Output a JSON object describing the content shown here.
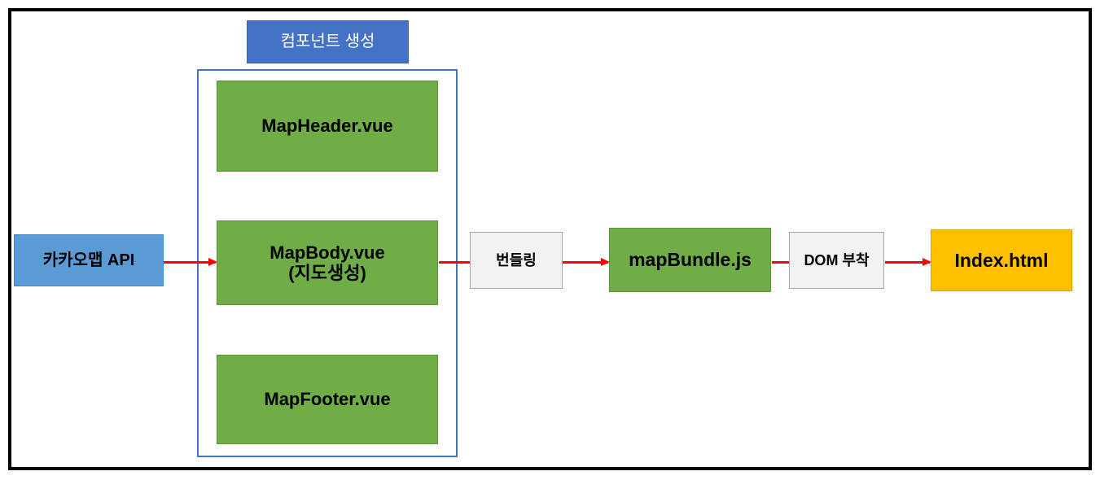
{
  "diagram": {
    "title_box": {
      "label": "컴포넌트 생성",
      "color": "#4472C4",
      "text_color": "#FFFFFF"
    },
    "source": {
      "label": "카카오맵 API",
      "color": "#5B9BD5"
    },
    "components": [
      {
        "label": "MapHeader.vue",
        "color": "#70AD47"
      },
      {
        "label_line1": "MapBody.vue",
        "label_line2": "(지도생성)",
        "color": "#70AD47"
      },
      {
        "label": "MapFooter.vue",
        "color": "#70AD47"
      }
    ],
    "steps": [
      {
        "label": "번들링",
        "color": "#F2F2F2"
      },
      {
        "label": "mapBundle.js",
        "color": "#70AD47"
      },
      {
        "label": "DOM 부착",
        "color": "#F2F2F2"
      },
      {
        "label": "Index.html",
        "color": "#FFC000"
      }
    ],
    "arrow_color": "#FF0000",
    "frame_color": "#000000",
    "container_border_color": "#4472C4"
  }
}
